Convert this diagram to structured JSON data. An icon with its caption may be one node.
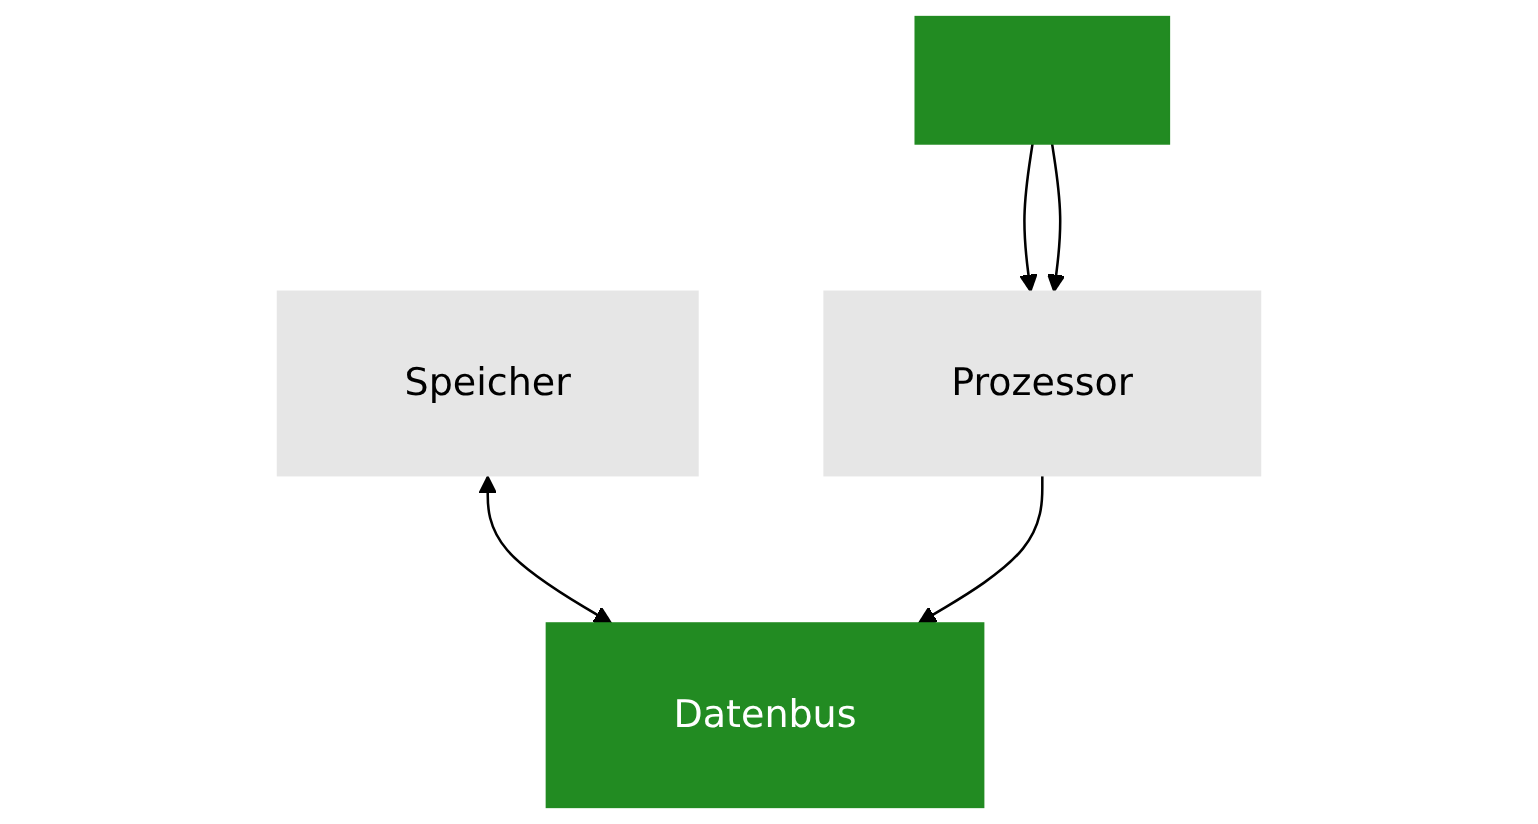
{
  "diagram": {
    "nodes": [
      {
        "text": [],
        "shape": "bar"
      },
      {
        "text": [
          "Speicher"
        ]
      },
      {
        "text": [
          "Prozessor"
        ]
      },
      {
        "text": [
          "Datenbus"
        ]
      }
    ],
    "edges": [
      {
        "from": 0,
        "to": 2,
        "arrow": "to"
      },
      {
        "from": 0,
        "to": 2,
        "arrow": "to"
      },
      {
        "from": 1,
        "to": 3,
        "arrow": "both"
      },
      {
        "from": 2,
        "to": 3,
        "arrow": "to"
      }
    ]
  }
}
